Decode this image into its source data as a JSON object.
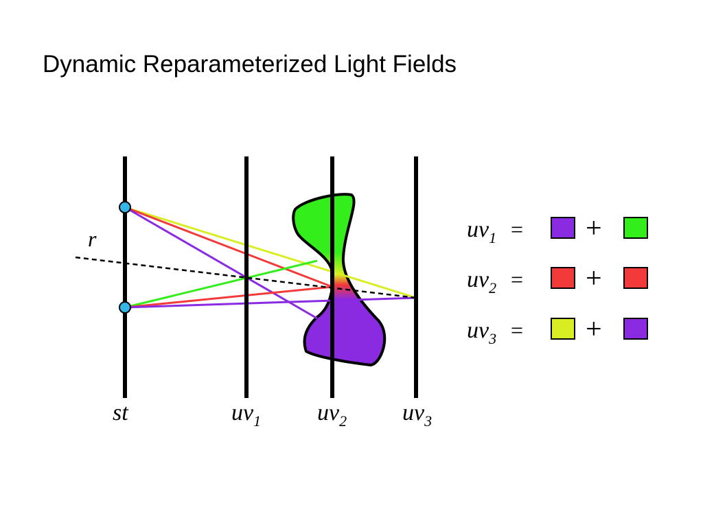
{
  "title": "Dynamic Reparameterized Light Fields",
  "planes": {
    "st": "st",
    "uv1": {
      "base": "uv",
      "sub": "1"
    },
    "uv2": {
      "base": "uv",
      "sub": "2"
    },
    "uv3": {
      "base": "uv",
      "sub": "3"
    }
  },
  "ray_label": "r",
  "colors": {
    "purple": "#8a2be2",
    "green": "#33ee1a",
    "red": "#f23a3a",
    "yellow": "#d9ee22",
    "sample_point": "#33b5e5"
  },
  "legend": [
    {
      "base": "uv",
      "sub": "1",
      "equals": "=",
      "plus": "+",
      "left_color": "#8a2be2",
      "right_color": "#33ee1a"
    },
    {
      "base": "uv",
      "sub": "2",
      "equals": "=",
      "plus": "+",
      "left_color": "#f23a3a",
      "right_color": "#f23a3a"
    },
    {
      "base": "uv",
      "sub": "3",
      "equals": "=",
      "plus": "+",
      "left_color": "#d9ee22",
      "right_color": "#8a2be2"
    }
  ]
}
